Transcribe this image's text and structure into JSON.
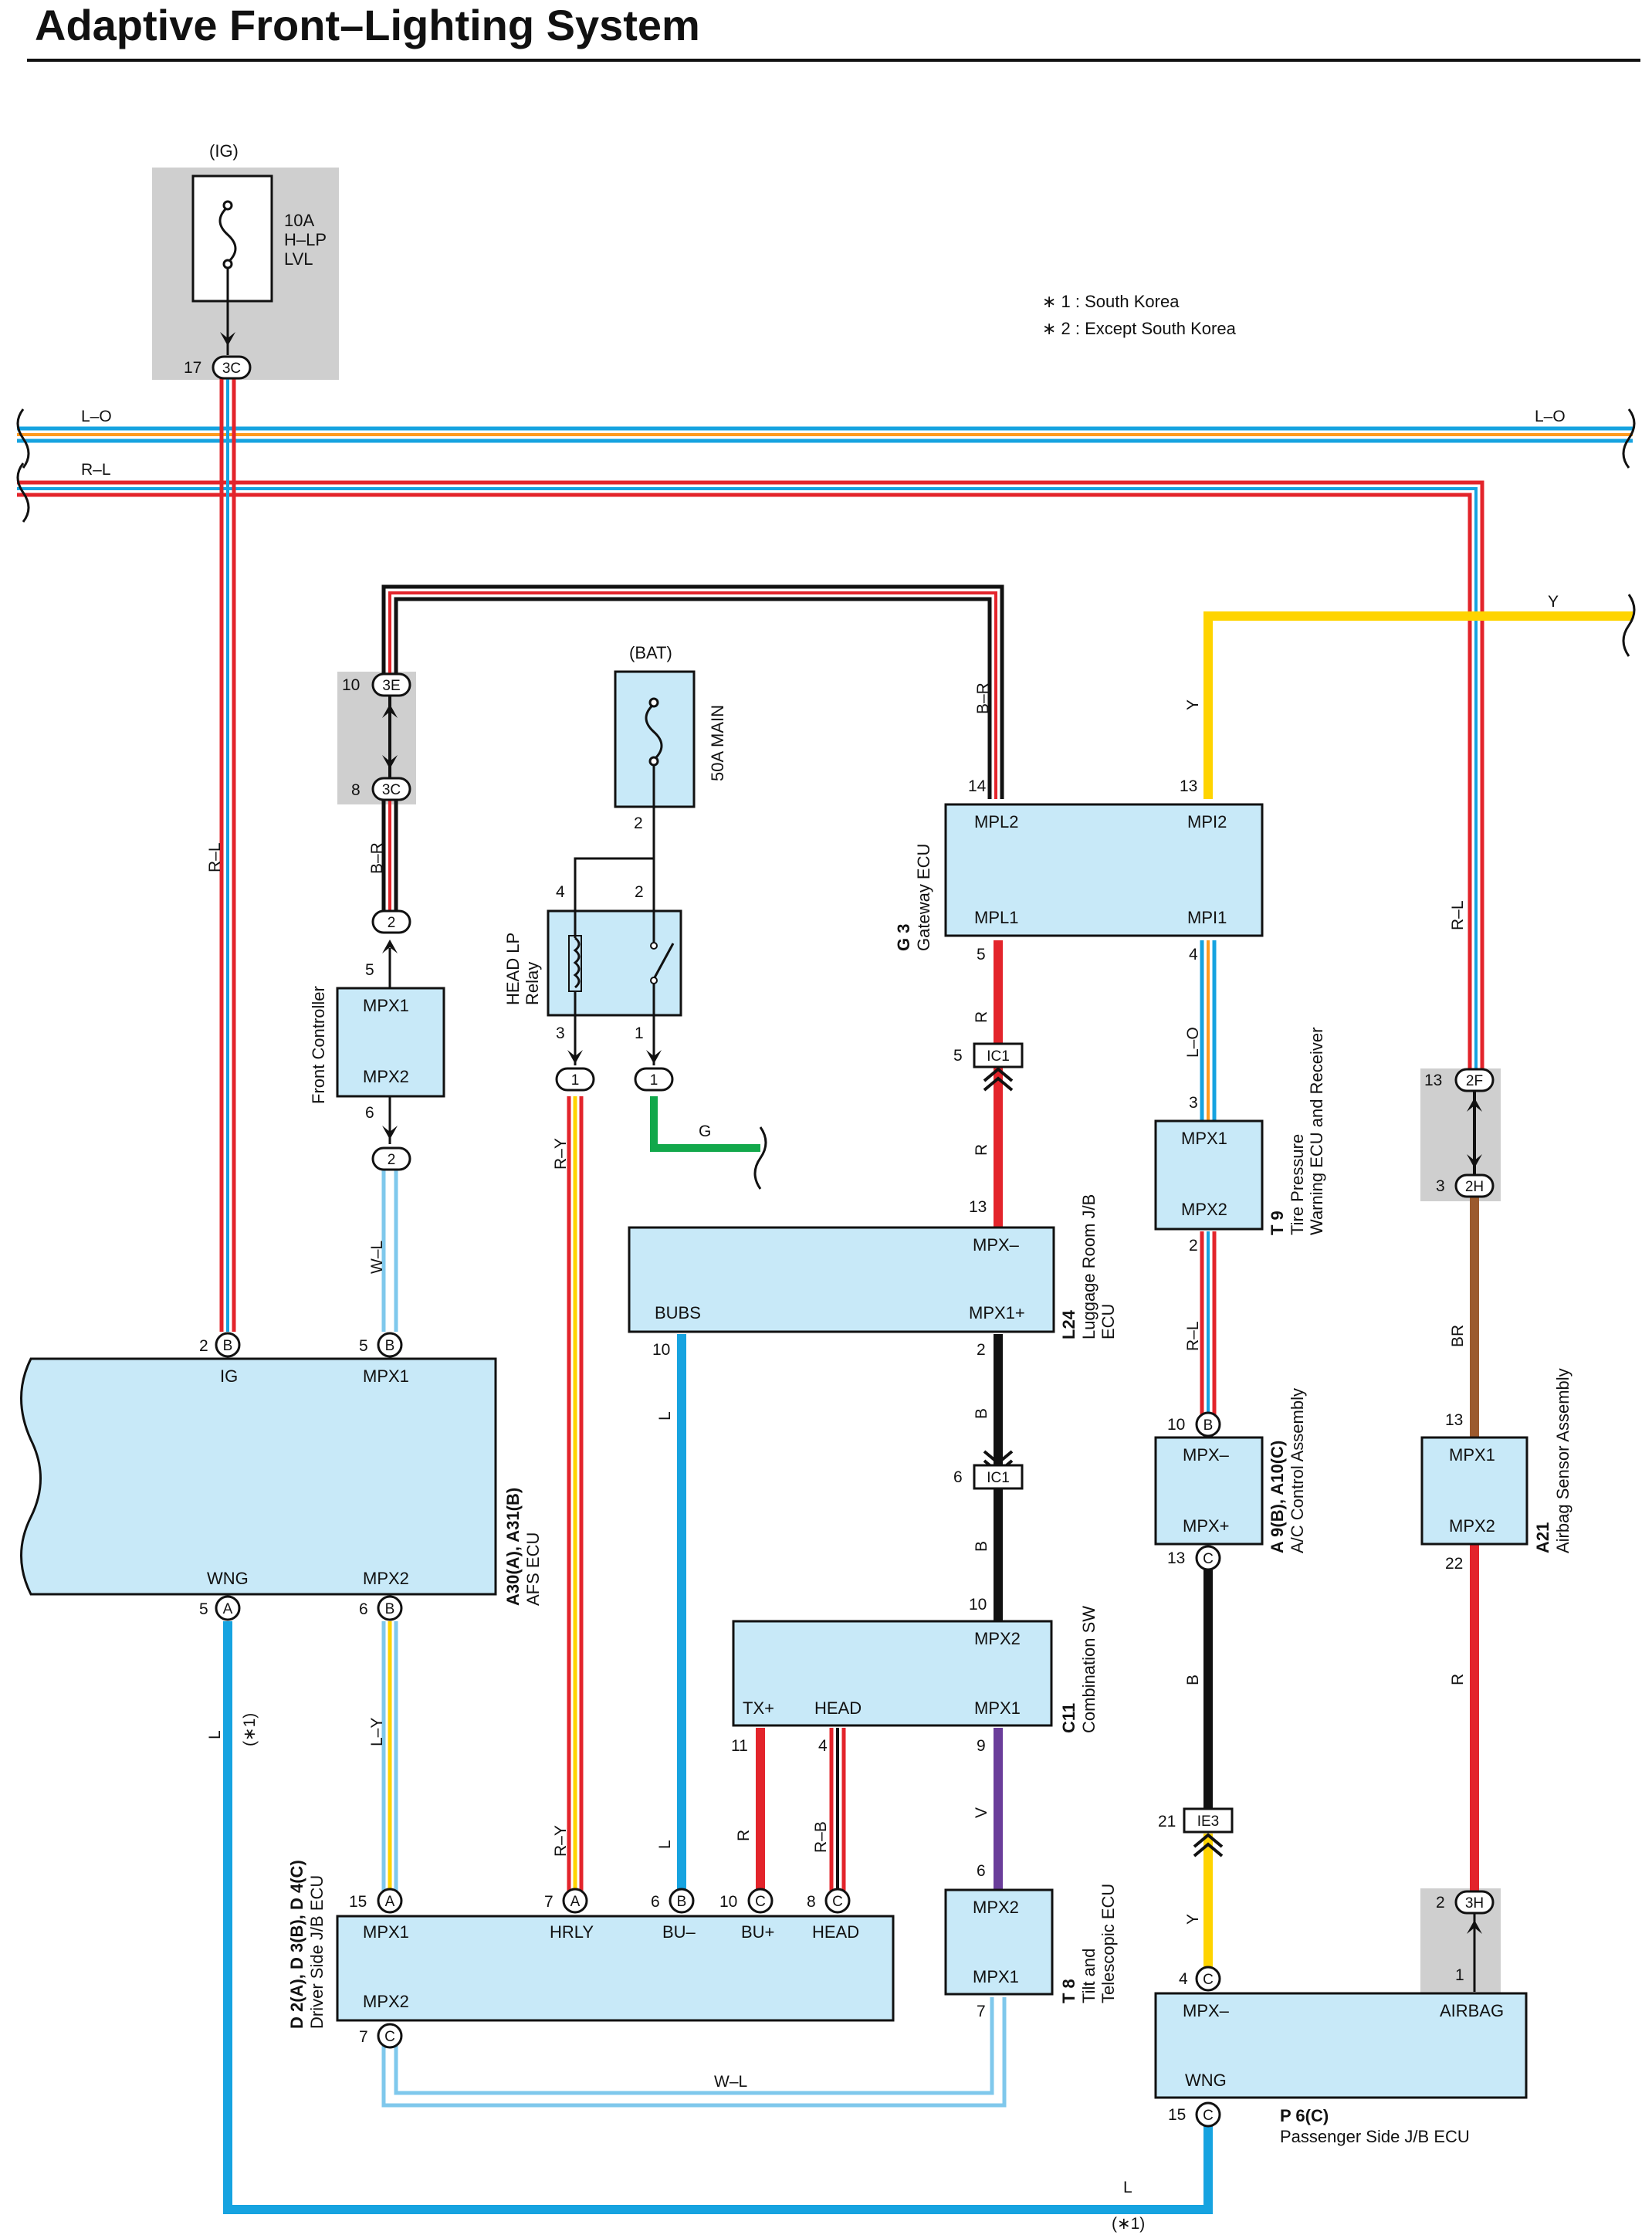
{
  "title": "Adaptive Front–Lighting System",
  "notes": [
    "∗ 1 : South Korea",
    "∗ 2 : Except South Korea"
  ],
  "power_sources": {
    "ig": "(IG)",
    "bat": "(BAT)"
  },
  "fuses": {
    "hlp": {
      "line1": "10A",
      "line2": "H–LP",
      "line3": "LVL"
    },
    "main": "50A MAIN"
  },
  "relay": {
    "line1": "HEAD LP",
    "line2": "Relay"
  },
  "components": {
    "afs_ecu": {
      "code": "A30(A), A31(B)",
      "name": "AFS ECU",
      "pins": [
        "IG",
        "MPX1",
        "WNG",
        "MPX2"
      ]
    },
    "front_controller": {
      "name": "Front Controller",
      "pins": [
        "MPX1",
        "MPX2"
      ]
    },
    "gateway_ecu": {
      "code": "G 3",
      "name": "Gateway ECU",
      "pins": [
        "MPL2",
        "MPI2",
        "MPL1",
        "MPI1"
      ]
    },
    "luggage_jb": {
      "code": "L24",
      "name1": "Luggage Room J/B",
      "name2": "ECU",
      "pins": [
        "MPX–",
        "BUBS",
        "MPX1+"
      ]
    },
    "tire_pressure": {
      "code": "T 9",
      "name1": "Tire Pressure",
      "name2": "Warning ECU and Receiver",
      "pins": [
        "MPX1",
        "MPX2"
      ]
    },
    "ac_control": {
      "code": "A 9(B), A10(C)",
      "name": "A/C Control Assembly",
      "pins": [
        "MPX–",
        "MPX+"
      ]
    },
    "airbag": {
      "code": "A21",
      "name": "Airbag Sensor Assembly",
      "pins": [
        "MPX1",
        "MPX2"
      ]
    },
    "combination_sw": {
      "code": "C11",
      "name": "Combination SW",
      "pins": [
        "MPX2",
        "TX+",
        "HEAD",
        "MPX1"
      ]
    },
    "driver_jb": {
      "code": "D 2(A), D 3(B), D 4(C)",
      "name": "Driver Side J/B ECU",
      "pins": [
        "MPX1",
        "HRLY",
        "BU–",
        "BU+",
        "HEAD",
        "MPX2"
      ]
    },
    "tilt_telescopic": {
      "code": "T 8",
      "name1": "Tilt and",
      "name2": "Telescopic ECU",
      "pins": [
        "MPX2",
        "MPX1"
      ]
    },
    "passenger_jb": {
      "code": "P 6(C)",
      "name": "Passenger Side J/B ECU",
      "pins": [
        "MPX–",
        "AIRBAG",
        "WNG"
      ]
    }
  },
  "wire_labels": {
    "lo": "L–O",
    "rl": "R–L",
    "y": "Y",
    "br": "B–R",
    "wl": "W–L",
    "ry": "R–Y",
    "g": "G",
    "r": "R",
    "b": "B",
    "l": "L",
    "ly": "L–Y",
    "rb": "R–B",
    "v": "V",
    "brown": "BR"
  },
  "connectors": {
    "c3c": "3C",
    "c3e": "3E",
    "c2": "2",
    "c1": "1",
    "ic1": "IC1",
    "ie3": "IE3",
    "c2f": "2F",
    "c2h": "2H",
    "c3h": "3H",
    "a": "A",
    "b": "B",
    "c": "C"
  },
  "pin_numbers": {
    "n1": "1",
    "n2": "2",
    "n3": "3",
    "n4": "4",
    "n5": "5",
    "n6": "6",
    "n7": "7",
    "n8": "8",
    "n9": "9",
    "n10": "10",
    "n11": "11",
    "n13": "13",
    "n14": "14",
    "n15": "15",
    "n17": "17",
    "n21": "21",
    "n22": "22"
  },
  "star_note": "(∗1)",
  "colors": {
    "red": "#e3242b",
    "blue": "#16a3e0",
    "light_blue": "#7fc8ec",
    "yellow": "#ffd400",
    "green": "#12a84b",
    "black": "#111111",
    "brown": "#9b5a2e",
    "violet": "#6a3d9a",
    "box": "#c8e9f8",
    "splice": "#cfcfcf"
  }
}
